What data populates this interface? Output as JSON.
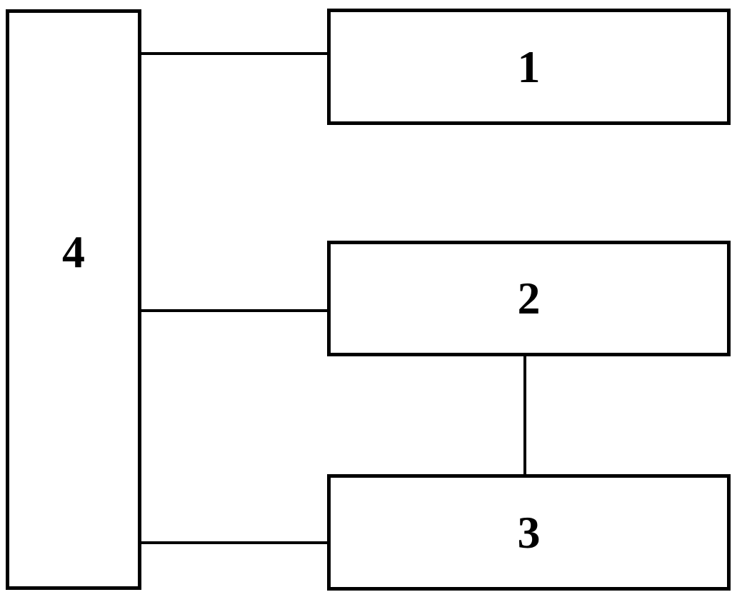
{
  "diagram": {
    "type": "block-diagram",
    "background_color": "#ffffff",
    "line_color": "#000000",
    "block_fill_color": "#ffffff",
    "blocks": [
      {
        "label": "1",
        "position": "right-top"
      },
      {
        "label": "2",
        "position": "right-middle"
      },
      {
        "label": "3",
        "position": "right-bottom"
      },
      {
        "label": "4",
        "position": "left-tall"
      }
    ],
    "connections": [
      {
        "from": "4",
        "to": "1",
        "orientation": "horizontal"
      },
      {
        "from": "4",
        "to": "2",
        "orientation": "horizontal"
      },
      {
        "from": "4",
        "to": "3",
        "orientation": "horizontal"
      },
      {
        "from": "2",
        "to": "3",
        "orientation": "vertical"
      }
    ]
  }
}
